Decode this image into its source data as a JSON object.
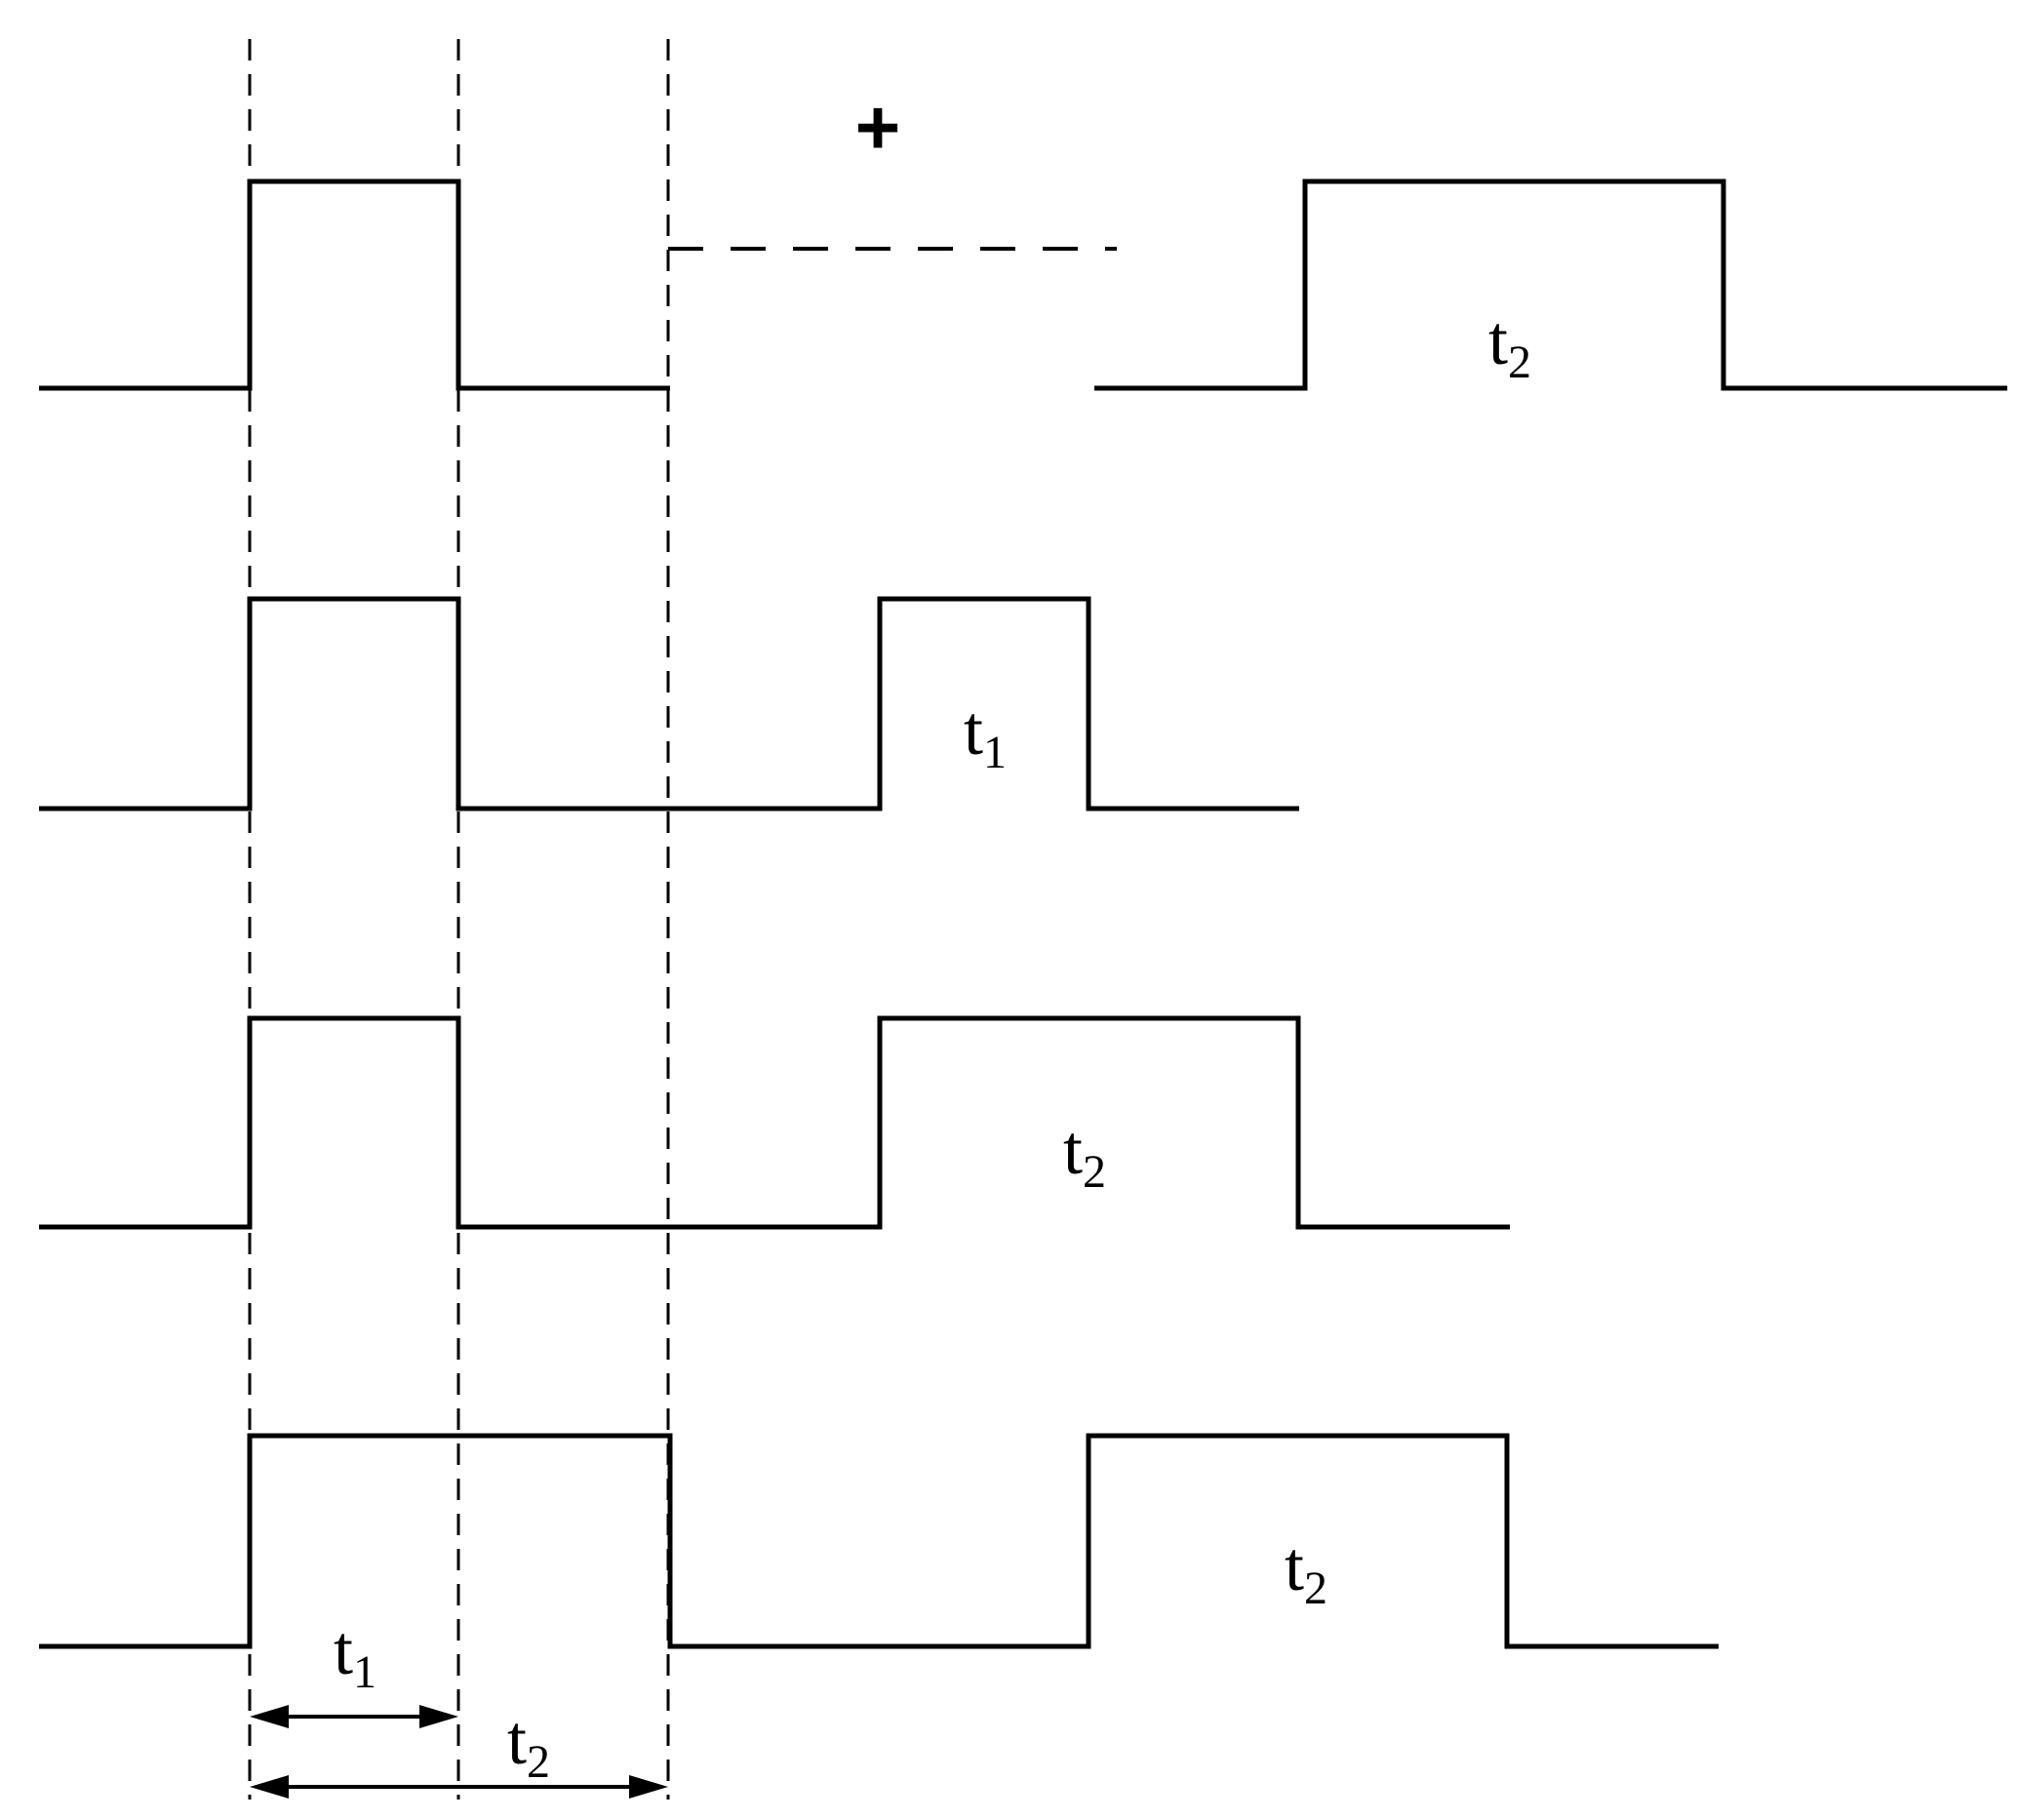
{
  "labels": {
    "plus": "+",
    "t": "t",
    "sub_1": "1",
    "sub_2": "2"
  }
}
